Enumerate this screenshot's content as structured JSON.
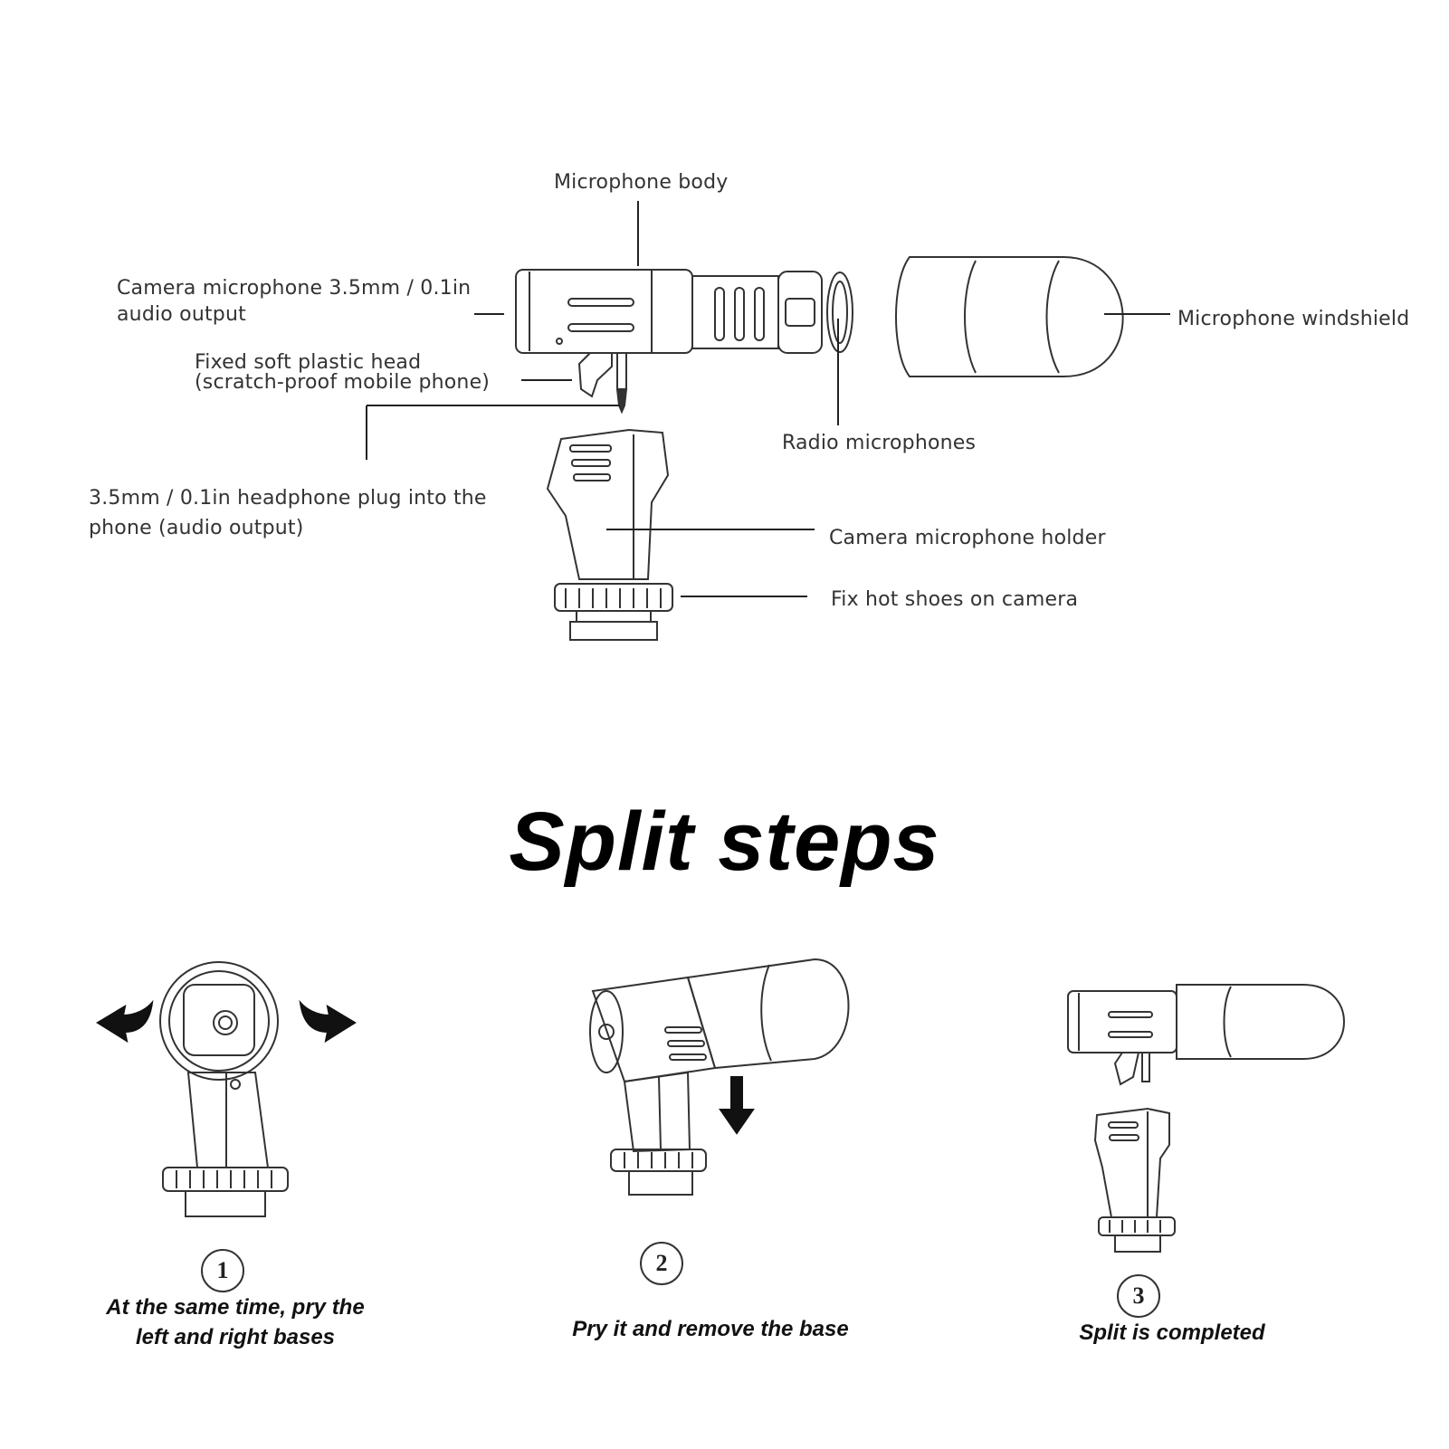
{
  "labels": {
    "microphone_body": "Microphone body",
    "output_line1": "Camera microphone 3.5mm / 0.1in",
    "output_line2": "audio output",
    "head_line1": "Fixed soft plastic head",
    "head_line2": "(scratch-proof mobile phone)",
    "plug_line1": "3.5mm / 0.1in headphone plug into the",
    "plug_line2": "phone (audio output)",
    "windshield": "Microphone windshield",
    "radio": "Radio microphones",
    "holder": "Camera microphone holder",
    "hotshoe": "Fix hot shoes on camera"
  },
  "title": "Split steps",
  "steps": [
    {
      "number": "1",
      "line1": "At the same time, pry the",
      "line2": "left and right bases"
    },
    {
      "number": "2",
      "line1": "Pry it and remove the base"
    },
    {
      "number": "3",
      "line1": "Split is completed"
    }
  ]
}
